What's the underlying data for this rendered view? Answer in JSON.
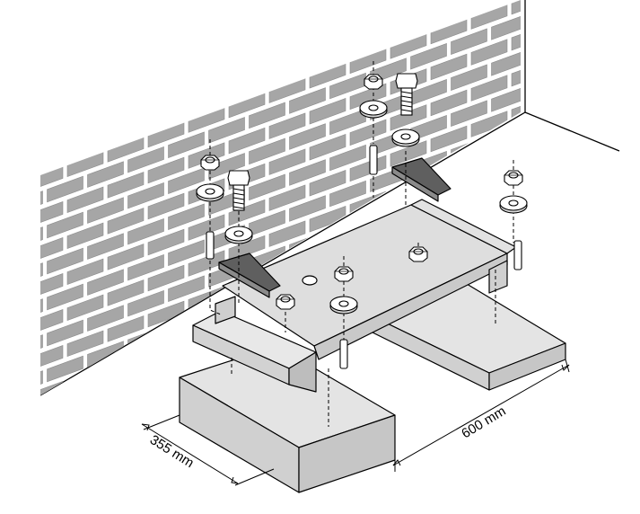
{
  "dimensions": {
    "width_label": "600 mm",
    "depth_label": "355 mm"
  },
  "colors": {
    "brick": "#a6a6a6",
    "block_top": "#e4e4e4",
    "block_side": "#d0d0d0",
    "plate": "#dedede",
    "wedge": "#6f6f6f",
    "line": "#000000"
  },
  "icons": [
    "brick-wall",
    "concrete-block",
    "mounting-plate",
    "wedge",
    "bolt",
    "nut",
    "washer",
    "anchor-stud"
  ]
}
